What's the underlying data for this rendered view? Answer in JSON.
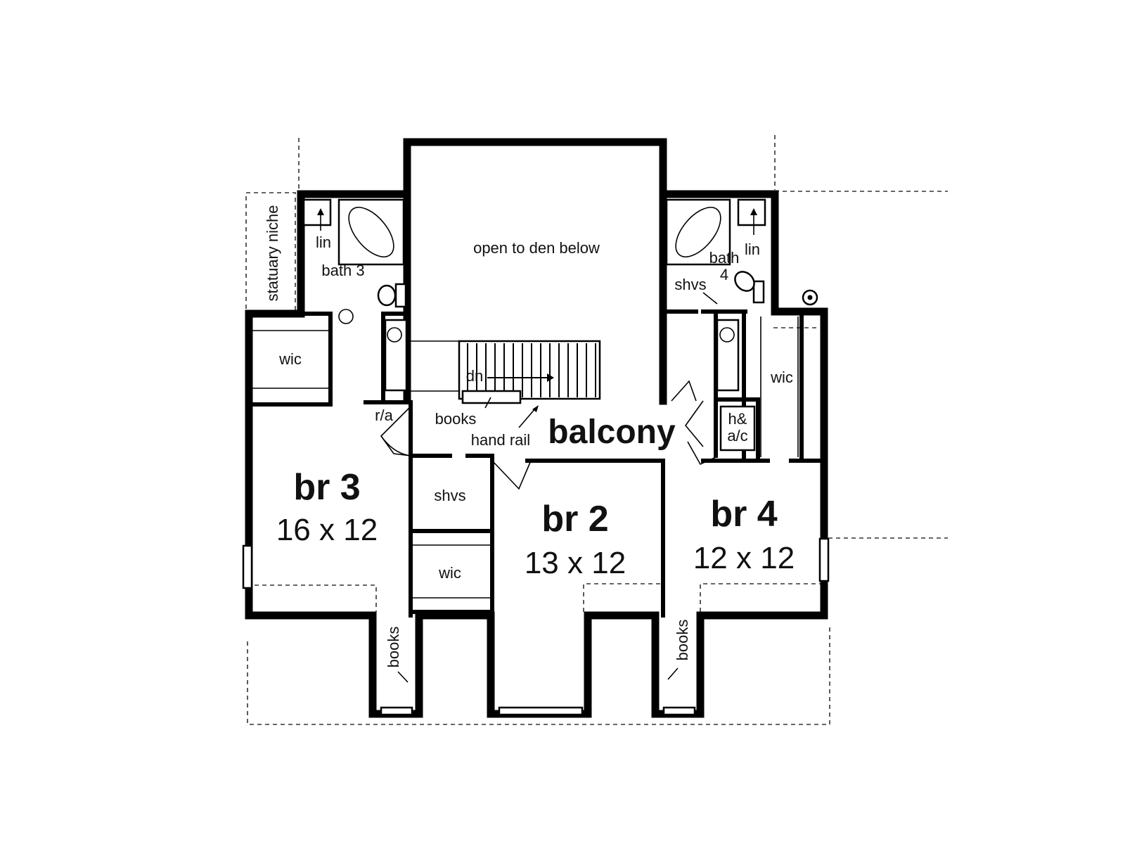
{
  "labels": {
    "open_to_den": "open to den below",
    "statuary_niche": "statuary niche",
    "bath3": "bath 3",
    "lin_left": "lin",
    "lin_right": "lin",
    "bath4_line1": "bath",
    "bath4_line2": "4",
    "shvs_upper": "shvs",
    "shvs_center": "shvs",
    "wic_left": "wic",
    "wic_center": "wic",
    "wic_right": "wic",
    "dn": "dn",
    "ra": "r/a",
    "books_stair": "books",
    "hand_rail": "hand rail",
    "balcony": "balcony",
    "hac_line1": "h&",
    "hac_line2": "a/c",
    "books_left": "books",
    "books_right": "books"
  },
  "rooms": {
    "br3": {
      "name": "br 3",
      "size": "16 x 12"
    },
    "br2": {
      "name": "br 2",
      "size": "13 x 12"
    },
    "br4": {
      "name": "br 4",
      "size": "12 x 12"
    }
  }
}
